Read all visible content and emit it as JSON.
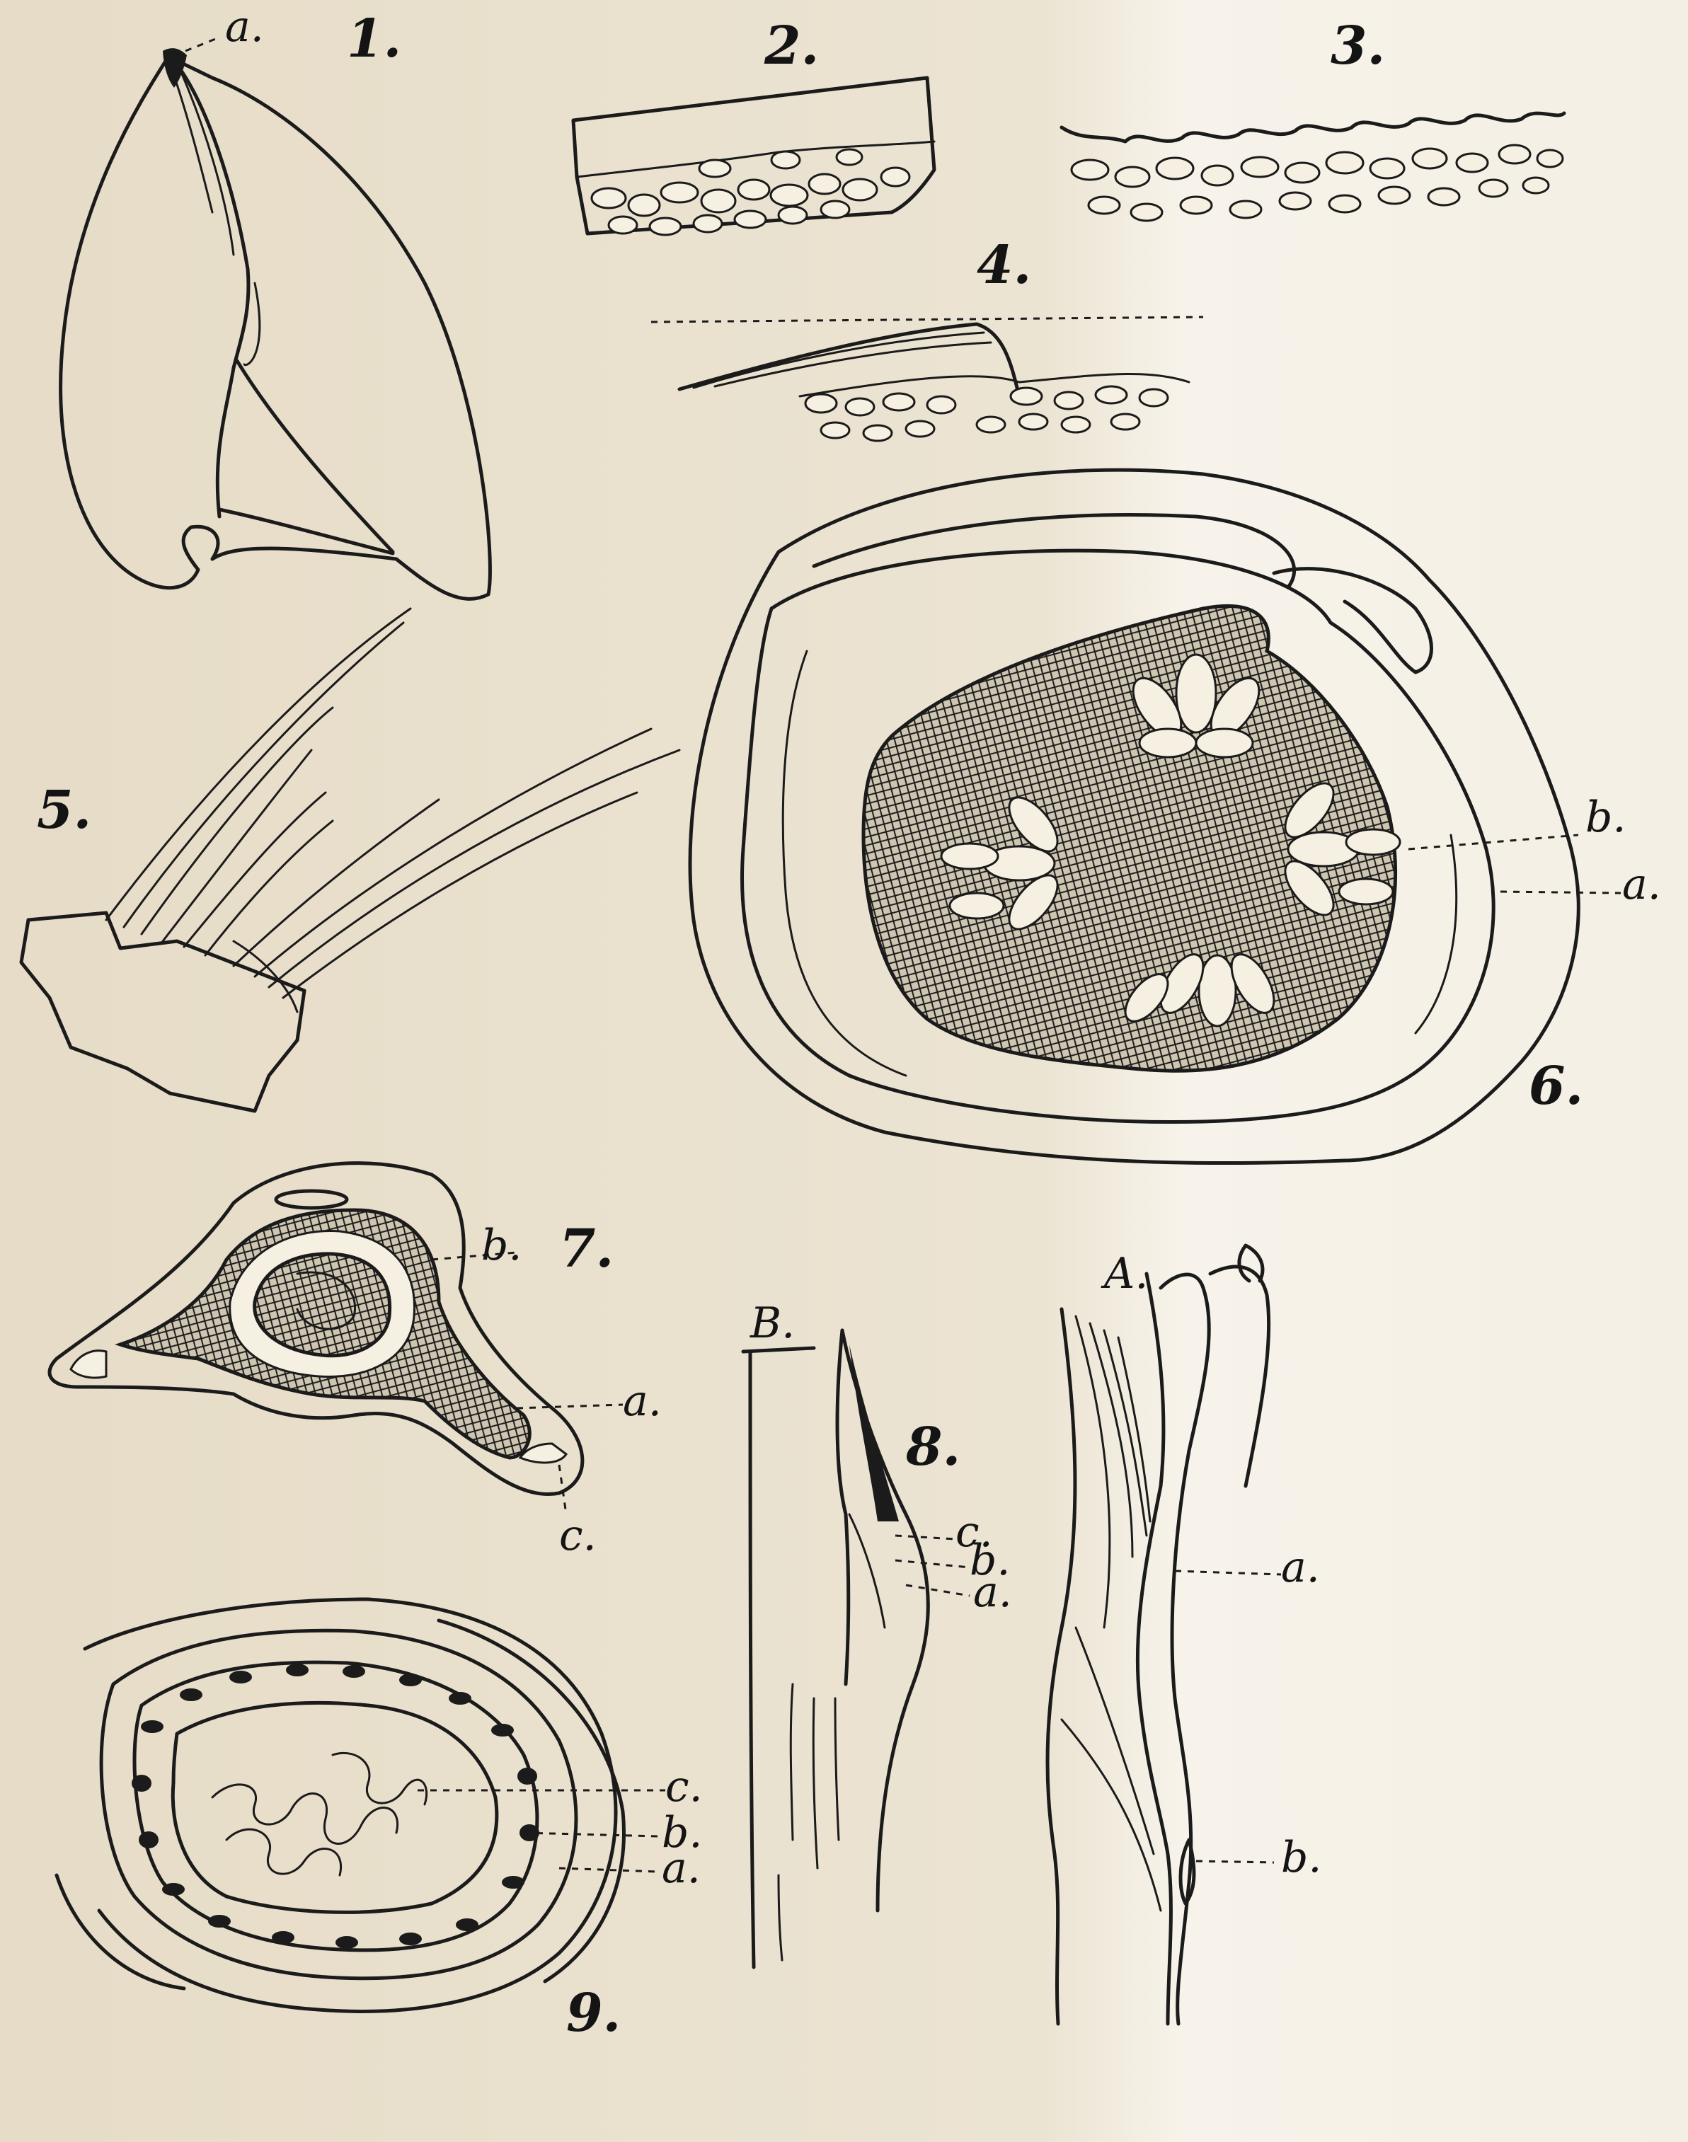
{
  "figures": [
    {
      "id": "fig1",
      "number": "1.",
      "labels": [
        "a."
      ]
    },
    {
      "id": "fig2",
      "number": "2.",
      "labels": []
    },
    {
      "id": "fig3",
      "number": "3.",
      "labels": []
    },
    {
      "id": "fig4",
      "number": "4.",
      "labels": []
    },
    {
      "id": "fig5",
      "number": "5.",
      "labels": []
    },
    {
      "id": "fig6",
      "number": "6.",
      "labels": [
        "b.",
        "a."
      ]
    },
    {
      "id": "fig7",
      "number": "7.",
      "labels": [
        "b.",
        "a.",
        "c."
      ]
    },
    {
      "id": "fig8",
      "number": "8.",
      "labels": [
        "c.",
        "b.",
        "a.",
        "a.",
        "b."
      ],
      "views": [
        "B.",
        "A."
      ]
    },
    {
      "id": "fig9",
      "number": "9.",
      "labels": [
        "c.",
        "b.",
        "a."
      ]
    }
  ],
  "colors": {
    "paper": "#ebe3d1",
    "ink": "#1b1b1b"
  }
}
